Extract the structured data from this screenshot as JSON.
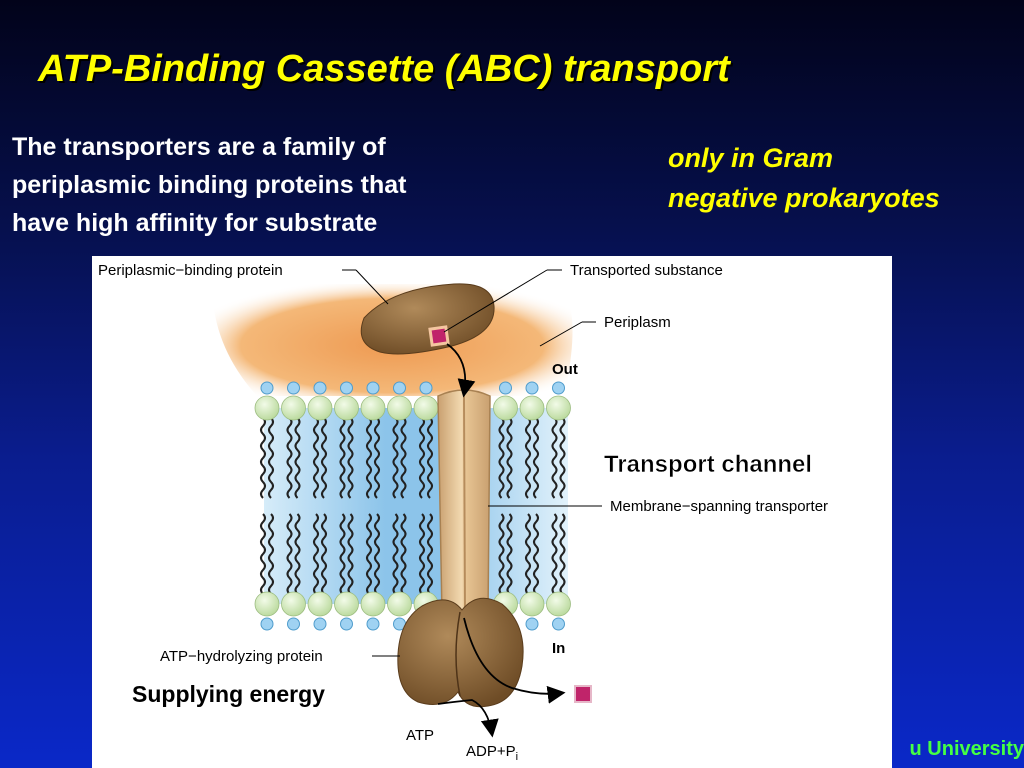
{
  "slide": {
    "title": "ATP-Binding Cassette (ABC) transport",
    "intro_lines": [
      "The transporters are a family  of",
      "periplasmic binding proteins that",
      "have high affinity for substrate"
    ],
    "side_note_lines": [
      "only in Gram",
      "negative prokaryotes"
    ],
    "footer": "u University"
  },
  "diagram": {
    "labels": {
      "periplasmic_binding_protein": "Periplasmic−binding protein",
      "transported_substance": "Transported substance",
      "periplasm": "Periplasm",
      "out": "Out",
      "transport_channel": "Transport channel",
      "membrane_spanning_transporter": "Membrane−spanning transporter",
      "in": "In",
      "atp_hydrolyzing_protein": "ATP−hydrolyzing protein",
      "supplying_energy": "Supplying energy",
      "atp": "ATP",
      "adp": "ADP+P",
      "adp_subscript": "i"
    },
    "colors": {
      "periplasm": "#f0a868",
      "membrane_core": "#9fd0ee",
      "lipid_head": "#d8eec2",
      "protein": "#8a6538",
      "transporter": "#e9c99a",
      "substance": "#c0246a"
    }
  }
}
